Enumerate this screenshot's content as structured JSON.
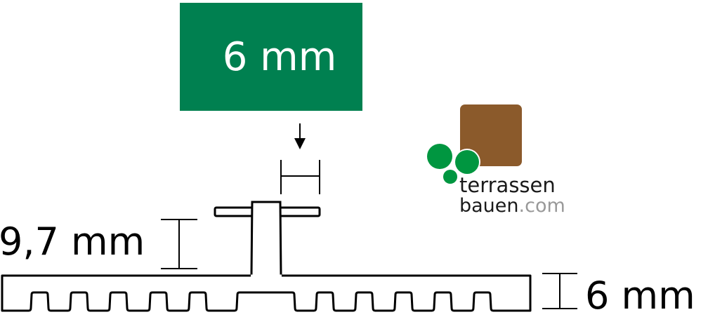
{
  "top_label": "6 mm",
  "height_label": "9,7 mm",
  "thickness_label": "6 mm",
  "logo": {
    "line1": "terrassen",
    "line2": "bauen",
    "suffix": ".com"
  },
  "colors": {
    "label_box": "#008050",
    "logo_brown": "#8B5A2B",
    "logo_green": "#009640"
  }
}
